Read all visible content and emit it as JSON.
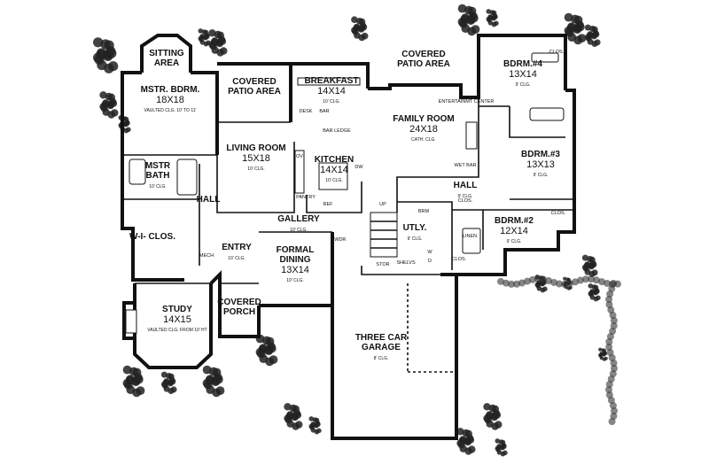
{
  "rooms": [
    {
      "id": "sitting",
      "name": "SITTING AREA",
      "lines": [
        "SITTING",
        "AREA"
      ]
    },
    {
      "id": "master",
      "name": "MSTR. BDRM.",
      "dims": "18X18",
      "note": "VAULTED CLG. 10' TO 11'"
    },
    {
      "id": "patio1",
      "name": "COVERED PATIO AREA",
      "lines": [
        "COVERED",
        "PATIO AREA"
      ]
    },
    {
      "id": "breakfast",
      "name": "BREAKFAST",
      "dims": "14X14",
      "note": "10' CLG."
    },
    {
      "id": "patio2",
      "name": "COVERED PATIO AREA",
      "lines": [
        "COVERED",
        "PATIO AREA"
      ]
    },
    {
      "id": "bdrm4",
      "name": "BDRM.#4",
      "dims": "13X14",
      "note": "9' CLG."
    },
    {
      "id": "family",
      "name": "FAMILY ROOM",
      "dims": "24X18",
      "note": "CATH. CLG."
    },
    {
      "id": "bdrm3",
      "name": "BDRM.#3",
      "dims": "13X13",
      "note": "9' CLG."
    },
    {
      "id": "living",
      "name": "LIVING ROOM",
      "dims": "15X18",
      "note": "10' CLG."
    },
    {
      "id": "kitchen",
      "name": "KITCHEN",
      "dims": "14X14",
      "note": "10' CLG."
    },
    {
      "id": "mbath",
      "name": "MSTR BATH",
      "lines": [
        "MSTR",
        "BATH"
      ],
      "note": "10' CLG."
    },
    {
      "id": "hall1",
      "name": "HALL"
    },
    {
      "id": "hall2",
      "name": "HALL",
      "note": "9' CLG."
    },
    {
      "id": "bdrm2",
      "name": "BDRM.#2",
      "dims": "12X14",
      "note": "9' CLG."
    },
    {
      "id": "gallery",
      "name": "GALLERY",
      "note": "10' CLG."
    },
    {
      "id": "wiclos",
      "name": "W-I- CLOS."
    },
    {
      "id": "entry",
      "name": "ENTRY",
      "note": "10' CLG."
    },
    {
      "id": "dining",
      "name": "FORMAL DINING",
      "lines": [
        "FORMAL",
        "DINING"
      ],
      "dims": "13X14",
      "note": "10' CLG."
    },
    {
      "id": "utly",
      "name": "UTLY.",
      "note": "9' CLG."
    },
    {
      "id": "study",
      "name": "STUDY",
      "dims": "14X15",
      "note": "VAULTED CLG. FROM 10' HT"
    },
    {
      "id": "porch",
      "name": "COVERED PORCH",
      "lines": [
        "COVERED",
        "PORCH"
      ]
    },
    {
      "id": "garage",
      "name": "THREE CAR GARAGE",
      "lines": [
        "THREE CAR",
        "GARAGE"
      ],
      "note": "8' CLG."
    }
  ],
  "fixture_labels": {
    "entertainment": "ENTERTAINMT CENTER",
    "wetbar": "WET BAR",
    "desk": "DESK",
    "bar": "BAR",
    "ledge": "BAR LEDGE",
    "ov": "OV",
    "dw": "DW",
    "pantry": "PANTRY",
    "ref": "REF",
    "up": "UP",
    "stor": "STOR",
    "shelves": "SHELVS",
    "linen": "LINEN",
    "clos_b4": "CLOS.",
    "clos_b3": "CLOS.",
    "clos_b2": "CLOS.",
    "clos_hall": "CLOS.",
    "pwdr": "PWDR",
    "mech": "MECH",
    "brm": "BRM",
    "w": "W",
    "d": "D"
  }
}
